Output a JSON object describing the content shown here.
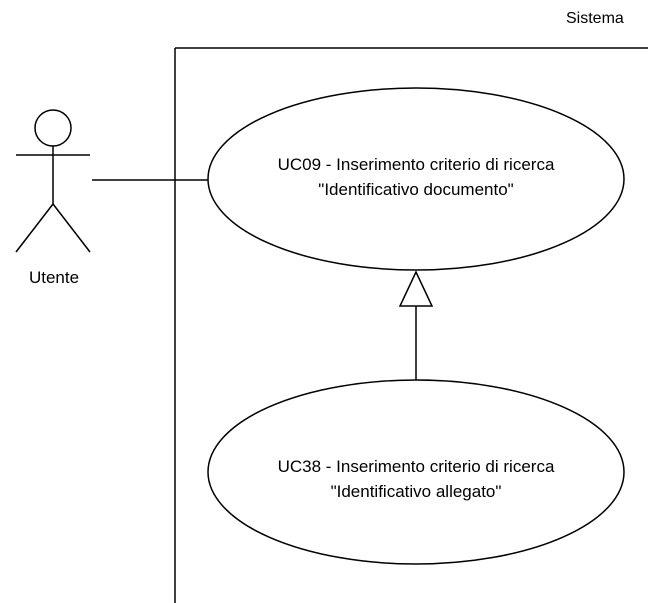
{
  "system": {
    "label": "Sistema"
  },
  "actor": {
    "label": "Utente"
  },
  "use_cases": [
    {
      "line1": "UC09 - Inserimento criterio di ricerca",
      "line2": "\"Identificativo documento\""
    },
    {
      "line1": "UC38 - Inserimento criterio di ricerca",
      "line2": "\"Identificativo allegato\""
    }
  ],
  "colors": {
    "stroke": "#000000",
    "fill": "#ffffff",
    "text": "#000000"
  }
}
